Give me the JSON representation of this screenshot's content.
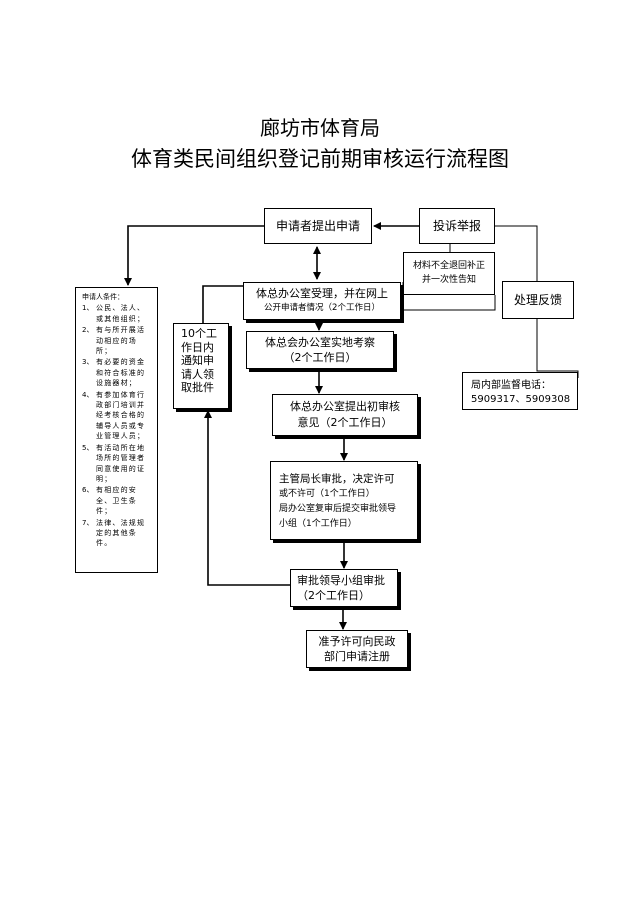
{
  "title": {
    "line1": "廊坊市体育局",
    "line2": "体育类民间组织登记前期审核运行流程图"
  },
  "boxes": {
    "apply": "申请者提出申请",
    "complaint": "投诉举报",
    "incomplete_line1": "材料不全退回补正",
    "incomplete_line2": "并一次性告知",
    "feedback": "处理反馈",
    "accept_line1": "体总办公室受理，并在网上",
    "accept_line2": "公开申请者情况（2个工作日）",
    "inspect_line1": "体总会办公室实地考察",
    "inspect_line2": "（2个工作日）",
    "opinion_line1": "体总办公室提出初审核",
    "opinion_line2": "意见（2个工作日）",
    "approve_line1": "主管局长审批，决定许可",
    "approve_line2": "或不许可（1个工作日）",
    "approve_line3": "局办公室复审后提交审批领导",
    "approve_line4": "小组（1个工作日）",
    "group_line1": "审批领导小组审批",
    "group_line2": "（2个工作日）",
    "permit_line1": "准予许可向民政",
    "permit_line2": "部门申请注册",
    "notify_line1": "10个工",
    "notify_line2": "作日内",
    "notify_line3": "通知申",
    "notify_line4": "请人领",
    "notify_line5": "取批件",
    "phone_label": "局内部监督电话：",
    "phone_numbers": "5909317、5909308"
  },
  "conditions": {
    "heading": "申请人条件：",
    "items": [
      {
        "num": "1、",
        "text": "公民、法人、或其他组织；"
      },
      {
        "num": "2、",
        "text": "有与所开展活动相应的场所；"
      },
      {
        "num": "3、",
        "text": "有必要的资金和符合标准的设施器材；"
      },
      {
        "num": "4、",
        "text": "有参加体育行政部门培训并经考核合格的辅导人员或专业管理人员；"
      },
      {
        "num": "5、",
        "text": "有活动所在地场所的管理者同意使用的证明；"
      },
      {
        "num": "6、",
        "text": "有相应的安全、卫生条件；"
      },
      {
        "num": "7、",
        "text": "法律、法规规定的其他条件。"
      }
    ]
  }
}
